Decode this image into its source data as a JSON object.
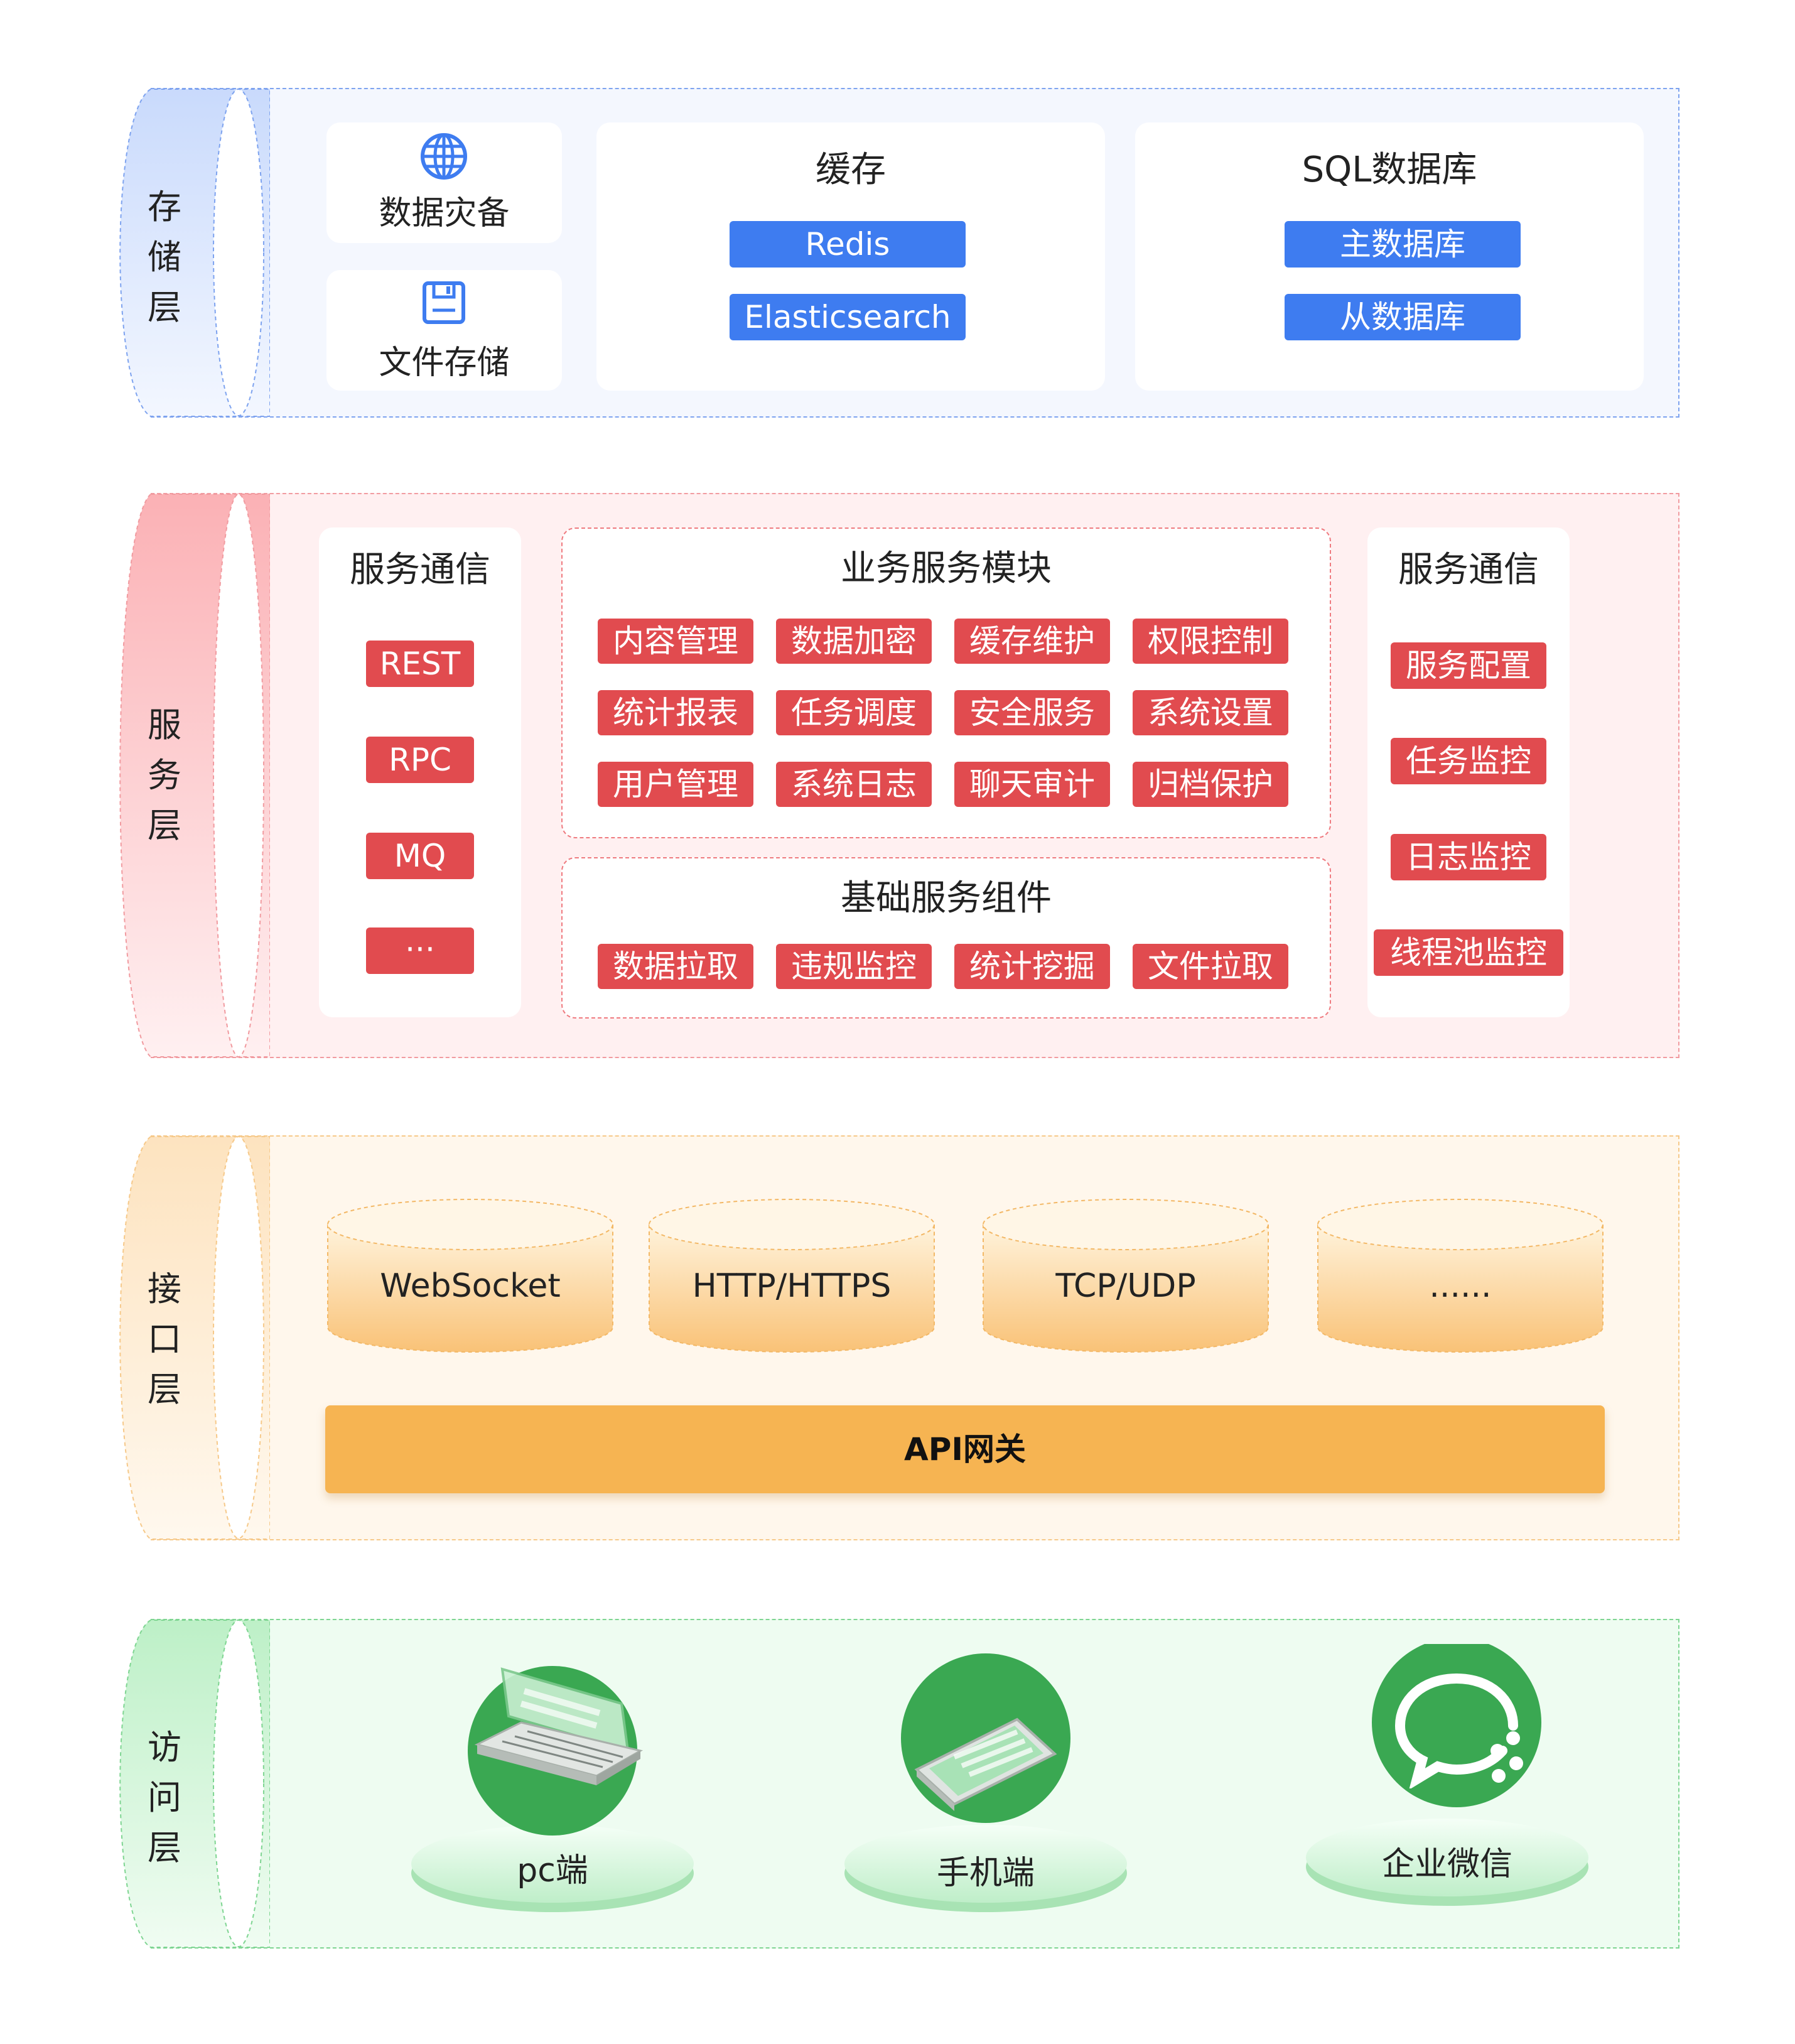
{
  "colors": {
    "storage": "#3e7cf0",
    "service": "#e14b4f",
    "interface": "#f6b452",
    "access": "#35a853"
  },
  "storage_layer": {
    "label": [
      "存",
      "储",
      "层"
    ],
    "disaster_recovery": {
      "icon": "globe-icon",
      "label": "数据灾备"
    },
    "file_storage": {
      "icon": "floppy-disk-icon",
      "label": "文件存储"
    },
    "cache": {
      "title": "缓存",
      "items": [
        "Redis",
        "Elasticsearch"
      ]
    },
    "sql": {
      "title": "SQL数据库",
      "items": [
        "主数据库",
        "从数据库"
      ]
    }
  },
  "service_layer": {
    "label": [
      "服",
      "务",
      "层"
    ],
    "comm_left": {
      "title": "服务通信",
      "items": [
        "REST",
        "RPC",
        "MQ",
        "···"
      ]
    },
    "business": {
      "title": "业务服务模块",
      "items": [
        "内容管理",
        "数据加密",
        "缓存维护",
        "权限控制",
        "统计报表",
        "任务调度",
        "安全服务",
        "系统设置",
        "用户管理",
        "系统日志",
        "聊天审计",
        "归档保护"
      ]
    },
    "base": {
      "title": "基础服务组件",
      "items": [
        "数据拉取",
        "违规监控",
        "统计挖掘",
        "文件拉取"
      ]
    },
    "comm_right": {
      "title": "服务通信",
      "items": [
        "服务配置",
        "任务监控",
        "日志监控",
        "线程池监控"
      ]
    }
  },
  "interface_layer": {
    "label": [
      "接",
      "口",
      "层"
    ],
    "protocols": [
      "WebSocket",
      "HTTP/HTTPS",
      "TCP/UDP",
      "......"
    ],
    "gateway": "API网关"
  },
  "access_layer": {
    "label": [
      "访",
      "问",
      "层"
    ],
    "clients": [
      {
        "icon": "laptop-icon",
        "label": "pc端"
      },
      {
        "icon": "tablet-icon",
        "label": "手机端"
      },
      {
        "icon": "wechat-work-icon",
        "label": "企业微信"
      }
    ]
  }
}
